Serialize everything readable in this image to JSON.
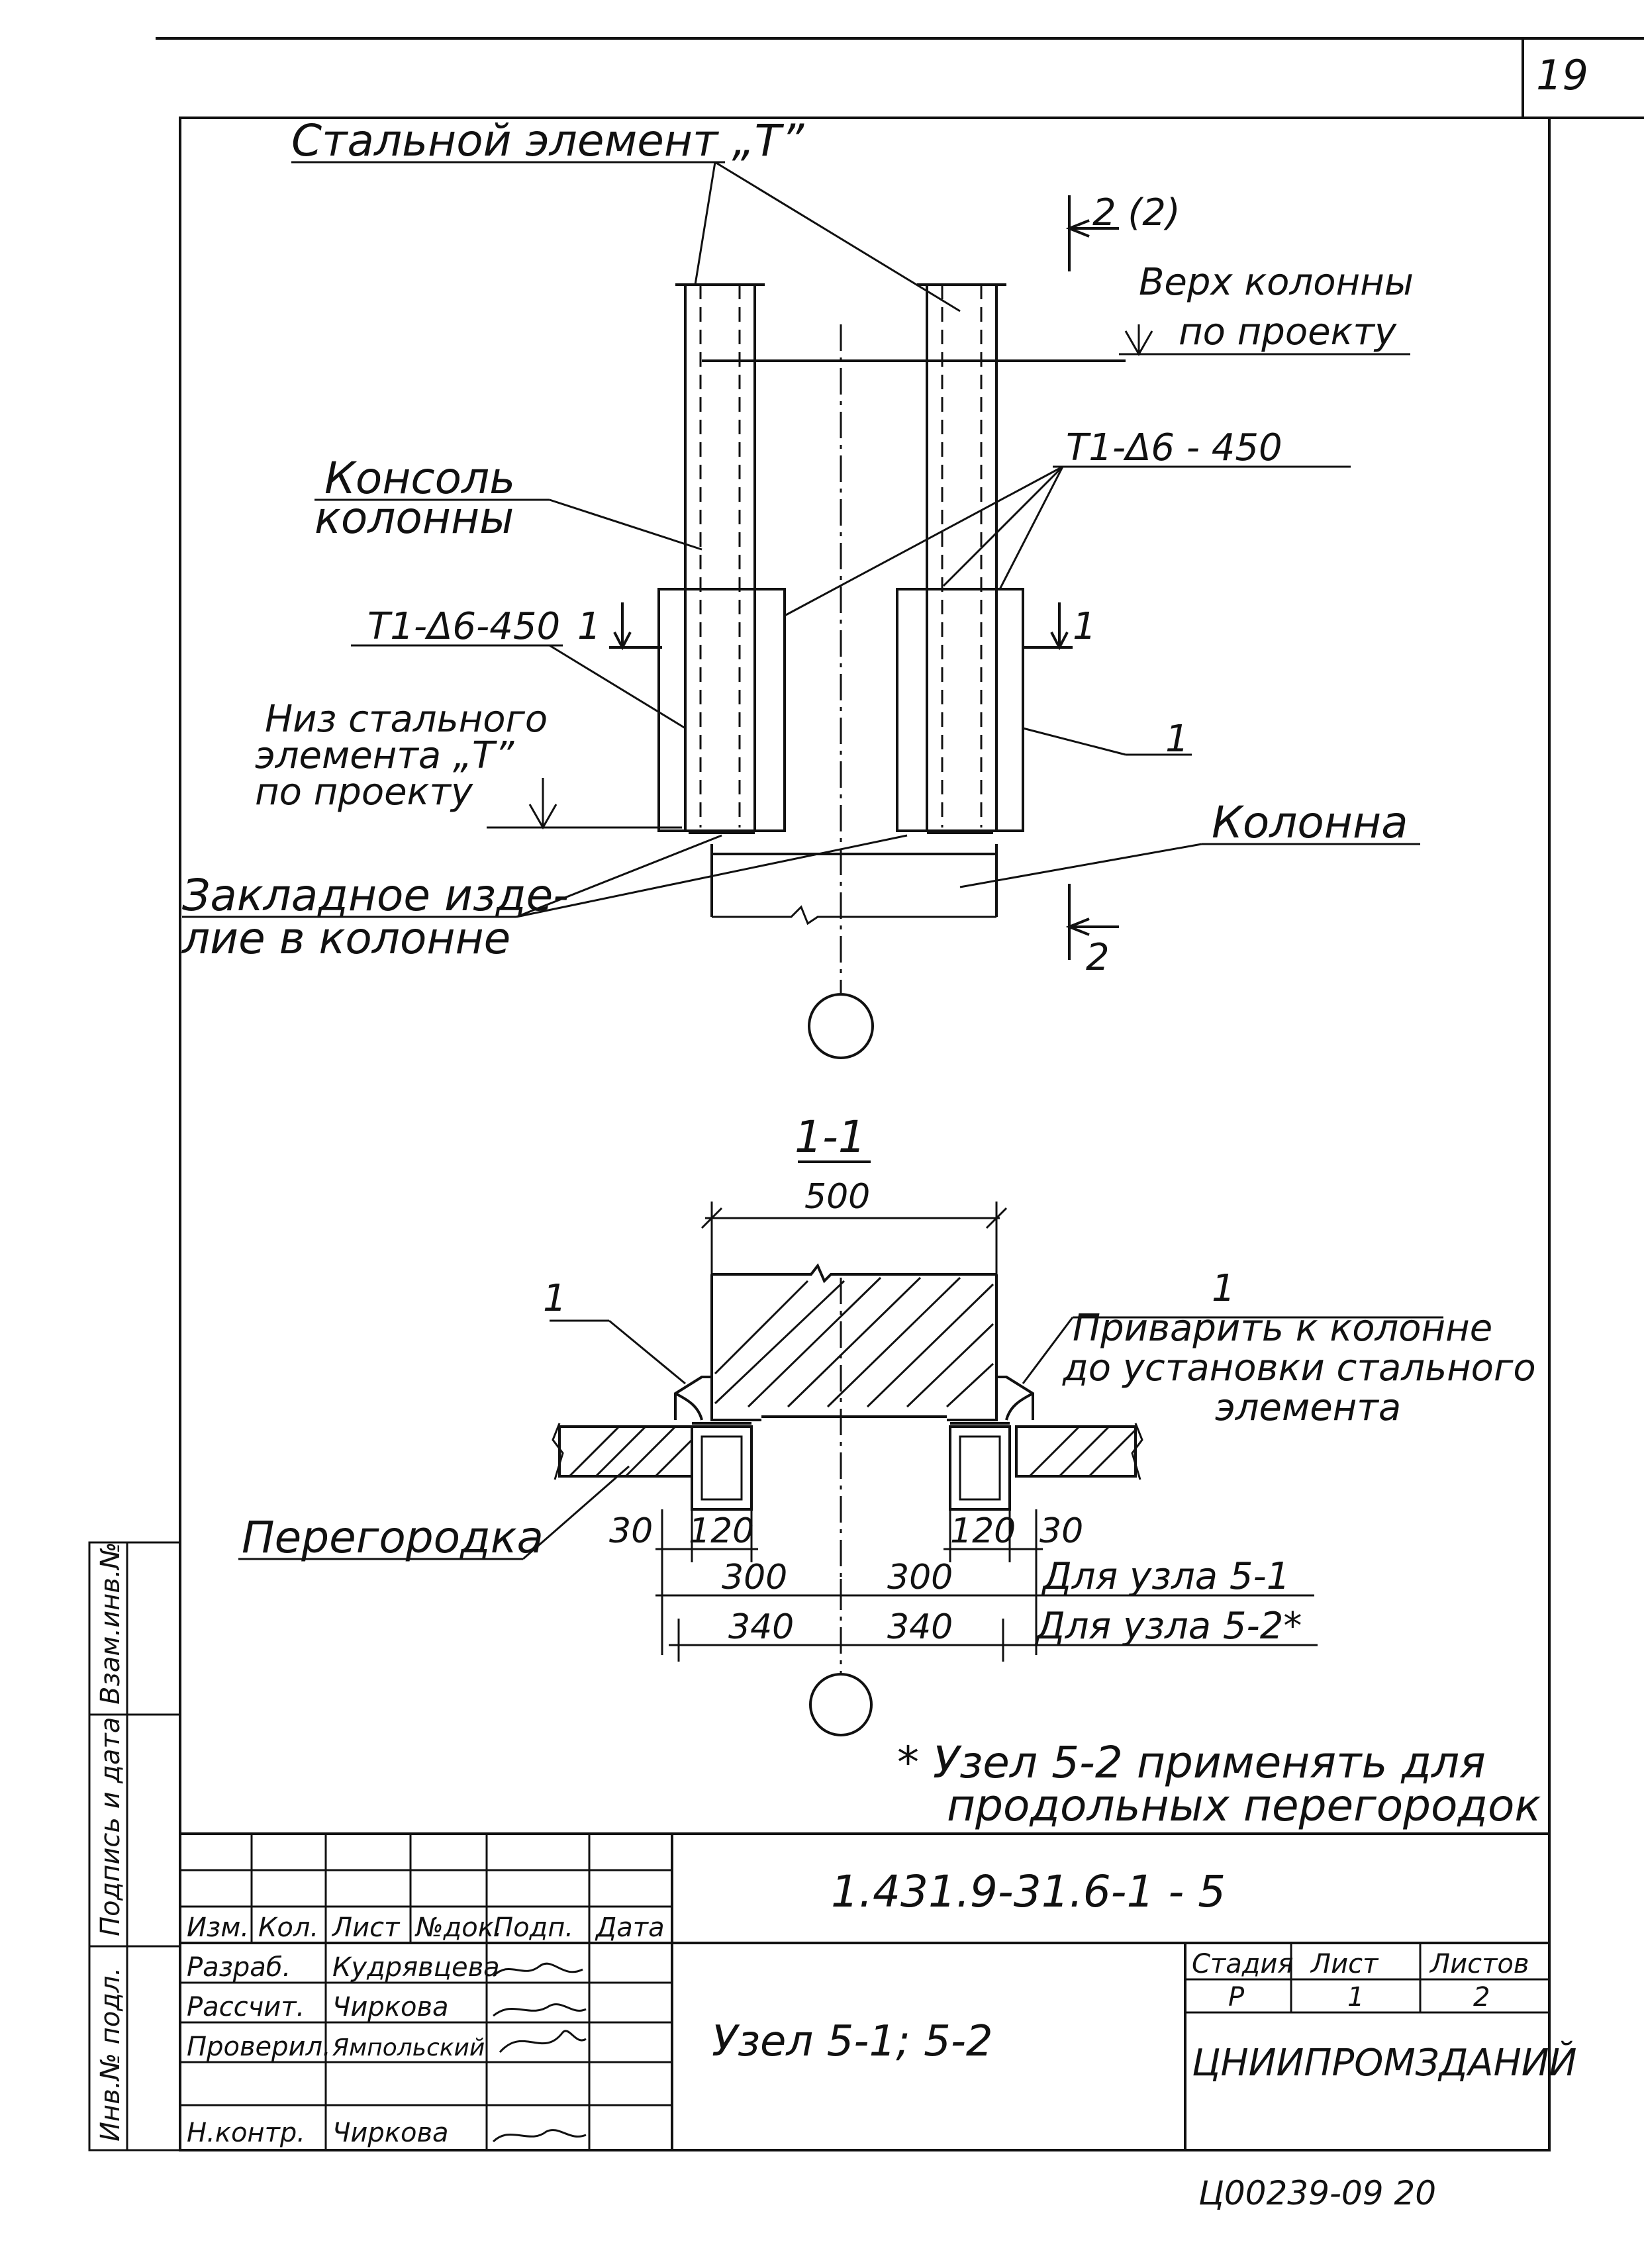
{
  "sheet_number": "19",
  "labels": {
    "steel_element": "Стальной элемент „Т”",
    "section_mark_top": "2 (2)",
    "column_top_1": "Верх колонны",
    "column_top_2": "по проекту",
    "weld_mark_right": "Т1-Δ6 - 450",
    "console_1": "Консоль",
    "console_2": "колонны",
    "weld_mark_left": "Т1-Δ6-450",
    "section_cut_left": "1",
    "section_cut_right": "1",
    "bottom_steel_1": "Низ стального",
    "bottom_steel_2": "элемента „Т”",
    "bottom_steel_3": "по проекту",
    "pos_1_upper": "1",
    "column": "Колонна",
    "embedded_1": "Закладное изде-",
    "embedded_2": "лие в колонне",
    "section_mark_bottom": "2"
  },
  "section_1_1": {
    "title": "1-1",
    "dim_width": "500",
    "pos_left": "1",
    "pos_right": "1",
    "weld_note_1": "Приварить к колонне",
    "weld_note_2": "до установки стального",
    "weld_note_3": "элемента",
    "partition": "Перегородка",
    "dim_30_left": "30",
    "dim_120_left": "120",
    "dim_120_right": "120",
    "dim_30_right": "30",
    "dim_300_left": "300",
    "dim_300_right": "300",
    "node_5_1": "Для узла 5-1",
    "dim_340_left": "340",
    "dim_340_right": "340",
    "node_5_2": "Для узла 5-2*",
    "footnote_1": "* Узел 5-2 применять для",
    "footnote_2": "продольных перегородок"
  },
  "side_stamp": {
    "inv_no": "Взам.инв.№",
    "signature_date": "Подпись и дата",
    "inv_no_orig": "Инв.№ подл."
  },
  "title_block": {
    "designation": "1.431.9-31.6-1 - 5",
    "col_headers": [
      "Изм.",
      "Кол.",
      "Лист",
      "№док.",
      "Подп.",
      "Дата"
    ],
    "roles": [
      {
        "role": "Разраб.",
        "name": "Кудрявцева"
      },
      {
        "role": "Рассчит.",
        "name": "Чиркова"
      },
      {
        "role": "Проверил.",
        "name": "Ямпольский"
      },
      {
        "role": "",
        "name": ""
      },
      {
        "role": "Н.контр.",
        "name": "Чиркова"
      }
    ],
    "sheet_name": "Узел 5-1; 5-2",
    "stage_header": "Стадия",
    "sheet_header": "Лист",
    "sheets_header": "Листов",
    "stage": "Р",
    "sheet": "1",
    "sheets": "2",
    "organization": "ЦНИИПРОМЗДАНИЙ"
  },
  "footer_code": "Ц00239-09  20"
}
